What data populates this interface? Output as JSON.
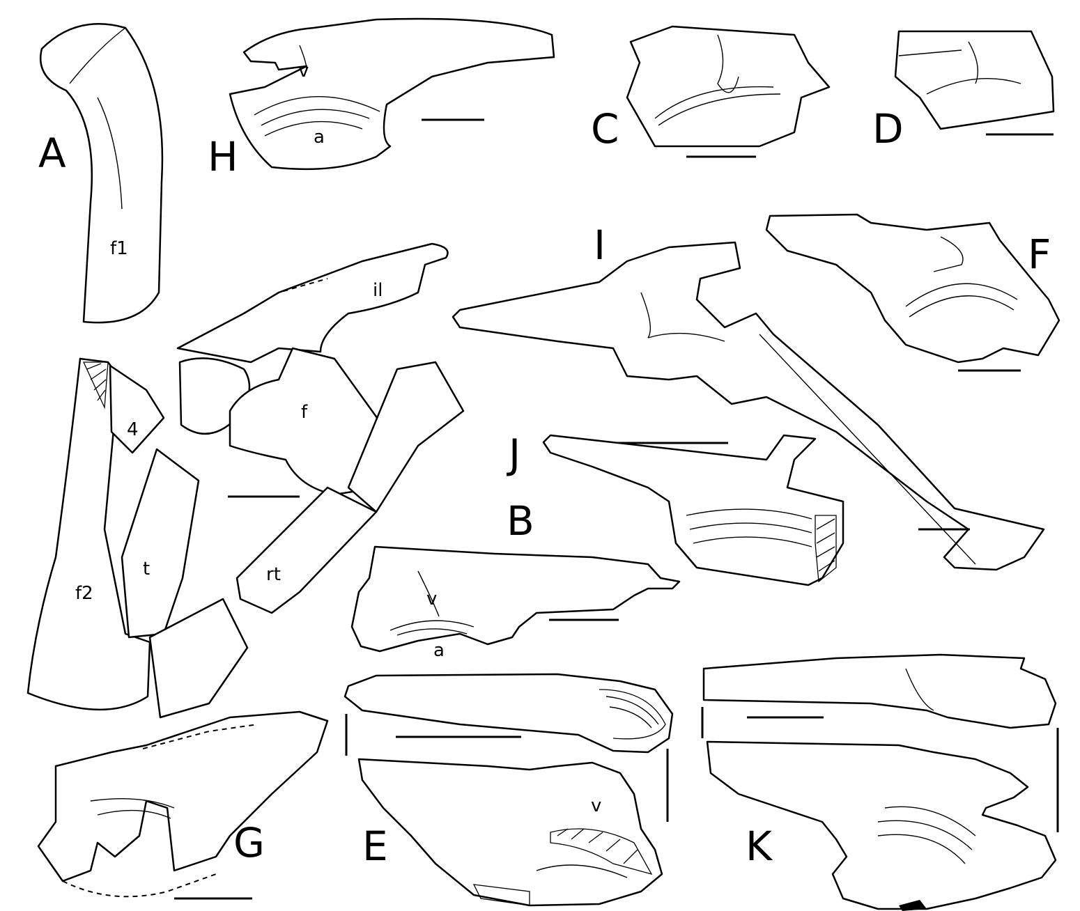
{
  "figure": {
    "panels": [
      {
        "id": "A",
        "label": "A"
      },
      {
        "id": "B",
        "label": "B"
      },
      {
        "id": "C",
        "label": "C"
      },
      {
        "id": "D",
        "label": "D"
      },
      {
        "id": "E",
        "label": "E"
      },
      {
        "id": "F",
        "label": "F"
      },
      {
        "id": "G",
        "label": "G"
      },
      {
        "id": "H",
        "label": "H"
      },
      {
        "id": "I",
        "label": "I"
      },
      {
        "id": "J",
        "label": "J"
      },
      {
        "id": "K",
        "label": "K"
      }
    ],
    "anatomical_labels": {
      "f1": "f1",
      "f2": "f2",
      "four": "4",
      "t": "t",
      "f": "f",
      "il": "il",
      "rt": "rt",
      "v_h": "v",
      "a_h": "a",
      "v_b": "v",
      "a_b": "a",
      "v_e": "v"
    }
  }
}
